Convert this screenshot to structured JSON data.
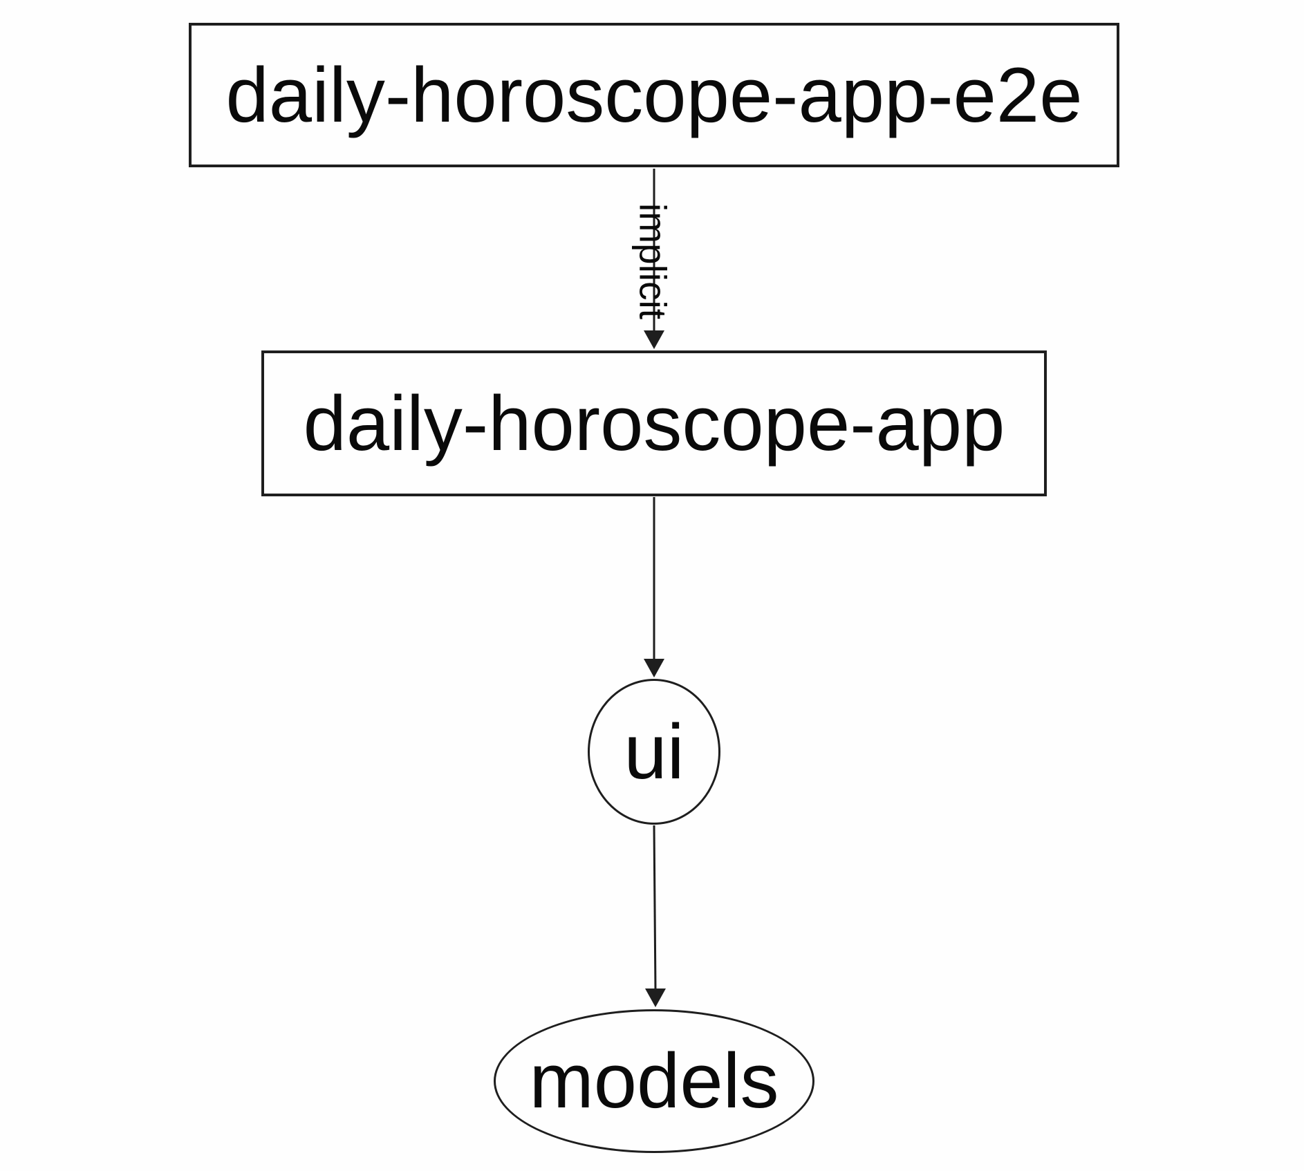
{
  "diagram": {
    "type": "dependency-graph",
    "colors": {
      "background": "#fefefe",
      "stroke": "#1e1e1e",
      "text": "#0a0a0a"
    },
    "nodes": [
      {
        "label": "daily-horoscope-app-e2e",
        "shape": "rectangle"
      },
      {
        "label": "daily-horoscope-app",
        "shape": "rectangle"
      },
      {
        "label": "ui",
        "shape": "ellipse"
      },
      {
        "label": "models",
        "shape": "ellipse"
      }
    ],
    "edges": [
      {
        "from": "daily-horoscope-app-e2e",
        "to": "daily-horoscope-app",
        "label": "implicit",
        "arrowhead": "filled-triangle"
      },
      {
        "from": "daily-horoscope-app",
        "to": "ui",
        "label": "",
        "arrowhead": "filled-triangle"
      },
      {
        "from": "ui",
        "to": "models",
        "label": "",
        "arrowhead": "filled-triangle"
      }
    ]
  }
}
